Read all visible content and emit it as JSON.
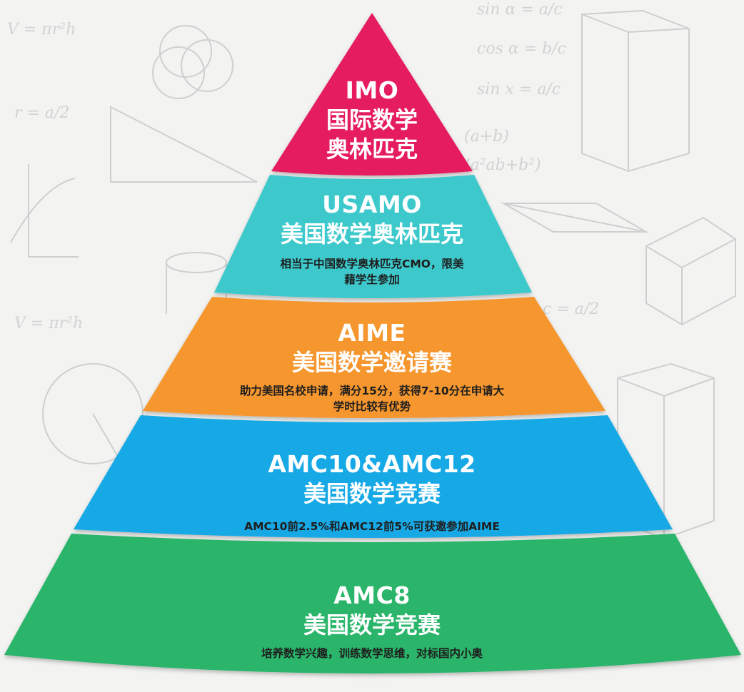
{
  "pyramid": {
    "tiers": [
      {
        "title": "IMO",
        "subtitle_lines": [
          "国际数学",
          "奥林匹克"
        ],
        "note_lines": [],
        "color": "#e51f5f"
      },
      {
        "title": "USAMO",
        "subtitle_lines": [
          "美国数学奥林匹克"
        ],
        "note_lines": [
          "相当于中国数学奥林匹克CMO，限美",
          "藉学生参加"
        ],
        "color": "#3ec9cc"
      },
      {
        "title": "AIME",
        "subtitle_lines": [
          "美国数学邀请赛"
        ],
        "note_lines": [
          "助力美国名校申请，满分15分，获得7-10分在申请大",
          "学时比较有优势"
        ],
        "color": "#f6962e"
      },
      {
        "title": "AMC10&AMC12",
        "subtitle_lines": [
          "美国数学竞赛"
        ],
        "note_lines": [
          "AMC10前2.5%和AMC12前5%可获邀参加AIME"
        ],
        "color": "#13a9e6"
      },
      {
        "title": "AMC8",
        "subtitle_lines": [
          "美国数学竞赛"
        ],
        "note_lines": [
          "培养数学兴趣，训练数学思维，对标国内小奥"
        ],
        "color": "#29b56a"
      }
    ]
  }
}
